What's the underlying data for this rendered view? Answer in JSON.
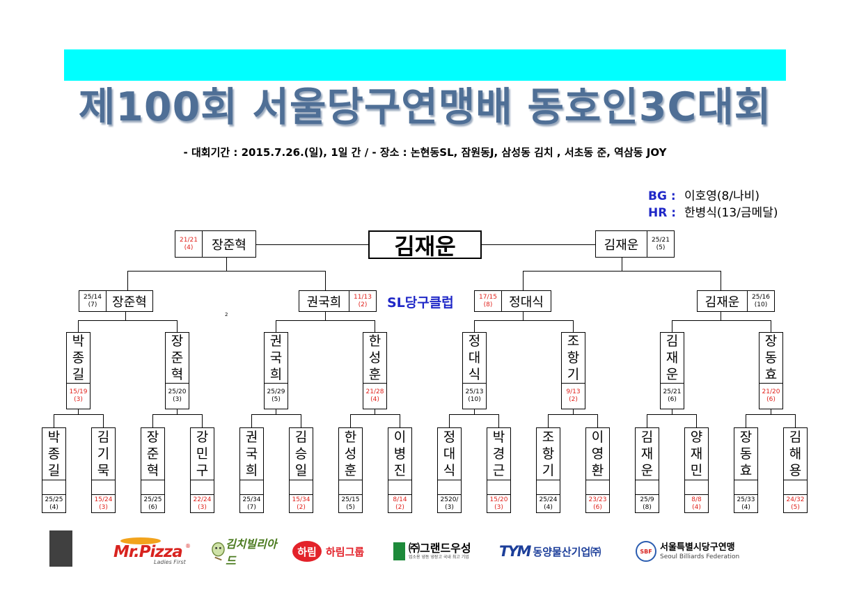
{
  "title": "제100회 서울당구연맹배 동호인3C대회",
  "subtitle": "- 대회기간 : 2015.7.26.(일), 1일 간 / - 장소 : 논현동SL, 잠원동J, 삼성동 김치 , 서초동 준, 역삼동 JOY",
  "officials": [
    {
      "role": "BG :",
      "name": "이호영(8/나비)"
    },
    {
      "role": "HR :",
      "name": "한병식(13/금메달)"
    }
  ],
  "club_label": "SL당구클럽",
  "stray_mark": "2",
  "champion": "김재운",
  "final": {
    "left": {
      "name": "장준혁",
      "score": "21/21",
      "inn": "(4)"
    },
    "right": {
      "name": "김재운",
      "score": "25/21",
      "inn": "(5)"
    }
  },
  "semis": [
    {
      "name": "장준혁",
      "score": "25/14",
      "inn": "(7)"
    },
    {
      "name": "권국희",
      "score": "11/13",
      "inn": "(2)"
    },
    {
      "name": "정대식",
      "score": "17/15",
      "inn": "(8)"
    },
    {
      "name": "김재운",
      "score": "25/16",
      "inn": "(10)"
    }
  ],
  "quarters": [
    {
      "name": "박종길",
      "score": "15/19",
      "inn": "(3)"
    },
    {
      "name": "장준혁",
      "score": "25/20",
      "inn": "(3)"
    },
    {
      "name": "권국희",
      "score": "25/29",
      "inn": "(5)"
    },
    {
      "name": "한성훈",
      "score": "21/28",
      "inn": "(4)"
    },
    {
      "name": "정대식",
      "score": "25/13",
      "inn": "(10)"
    },
    {
      "name": "조항기",
      "score": "9/13",
      "inn": "(2)"
    },
    {
      "name": "김재운",
      "score": "25/21",
      "inn": "(6)"
    },
    {
      "name": "장동효",
      "score": "21/20",
      "inn": "(6)"
    }
  ],
  "round16": [
    {
      "name": "박종길",
      "score": "25/25",
      "inn": "(4)"
    },
    {
      "name": "김기묵",
      "score": "15/24",
      "inn": "(3)"
    },
    {
      "name": "장준혁",
      "score": "25/25",
      "inn": "(6)"
    },
    {
      "name": "강민구",
      "score": "22/24",
      "inn": "(3)"
    },
    {
      "name": "권국희",
      "score": "25/34",
      "inn": "(7)"
    },
    {
      "name": "김승일",
      "score": "15/34",
      "inn": "(2)"
    },
    {
      "name": "한성훈",
      "score": "25/15",
      "inn": "(5)"
    },
    {
      "name": "이병진",
      "score": "8/14",
      "inn": "(2)"
    },
    {
      "name": "정대식",
      "score": "2520/",
      "inn": "(3)"
    },
    {
      "name": "박경근",
      "score": "15/20",
      "inn": "(3)"
    },
    {
      "name": "조항기",
      "score": "25/24",
      "inn": "(4)"
    },
    {
      "name": "이영환",
      "score": "23/23",
      "inn": "(6)"
    },
    {
      "name": "김재운",
      "score": "25/9",
      "inn": "(8)"
    },
    {
      "name": "양재민",
      "score": "8/8",
      "inn": "(4)"
    },
    {
      "name": "장동효",
      "score": "25/33",
      "inn": "(4)"
    },
    {
      "name": "김해용",
      "score": "24/32",
      "inn": "(5)"
    }
  ],
  "sponsors": {
    "mrpizza": {
      "name": "Mr.Pizza",
      "tagline": "Ladies First",
      "mark": "®"
    },
    "kimchi": {
      "name": "김치빌리아드"
    },
    "harim": {
      "badge": "하림",
      "name": "하림그룹"
    },
    "grand": {
      "name": "㈜그랜드우성",
      "tagline": "업소용 냉동 냉장고 국내 최고 기업"
    },
    "dongyang": {
      "logo": "TYM",
      "name": "동양물산기업㈜"
    },
    "sbf": {
      "badge": "SBF",
      "name": "서울특별시당구연맹",
      "english": "Seoul Billiards Federation"
    }
  },
  "colors": {
    "band": "#00ffff",
    "title": "#4f6f96",
    "accent_blue": "#1f27c7",
    "loss_red": "#e0201a"
  }
}
